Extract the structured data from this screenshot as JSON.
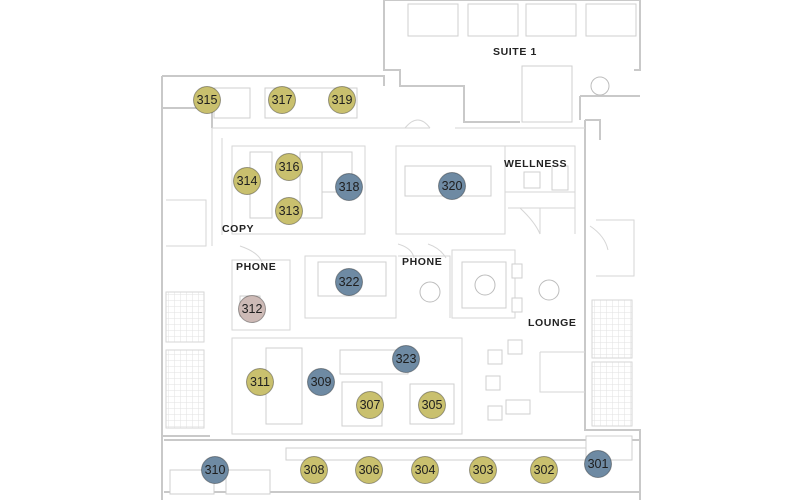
{
  "colors": {
    "available": "#c9c06e",
    "occupied": "#6e8aa3",
    "reserved": "#cdbab6",
    "wall": "#c9c9c9",
    "label": "#222222"
  },
  "rooms": {
    "suite": "SUITE 1",
    "wellness": "WELLNESS",
    "copy": "COPY",
    "phone_left": "PHONE",
    "phone_center": "PHONE",
    "lounge": "LOUNGE"
  },
  "offices": [
    {
      "id": "315",
      "status": "available"
    },
    {
      "id": "317",
      "status": "available"
    },
    {
      "id": "319",
      "status": "available"
    },
    {
      "id": "316",
      "status": "available"
    },
    {
      "id": "314",
      "status": "available"
    },
    {
      "id": "318",
      "status": "occupied"
    },
    {
      "id": "313",
      "status": "available"
    },
    {
      "id": "320",
      "status": "occupied"
    },
    {
      "id": "322",
      "status": "occupied"
    },
    {
      "id": "312",
      "status": "reserved"
    },
    {
      "id": "323",
      "status": "occupied"
    },
    {
      "id": "311",
      "status": "available"
    },
    {
      "id": "309",
      "status": "occupied"
    },
    {
      "id": "307",
      "status": "available"
    },
    {
      "id": "305",
      "status": "available"
    },
    {
      "id": "310",
      "status": "occupied"
    },
    {
      "id": "308",
      "status": "available"
    },
    {
      "id": "306",
      "status": "available"
    },
    {
      "id": "304",
      "status": "available"
    },
    {
      "id": "303",
      "status": "available"
    },
    {
      "id": "302",
      "status": "available"
    },
    {
      "id": "301",
      "status": "occupied"
    }
  ]
}
